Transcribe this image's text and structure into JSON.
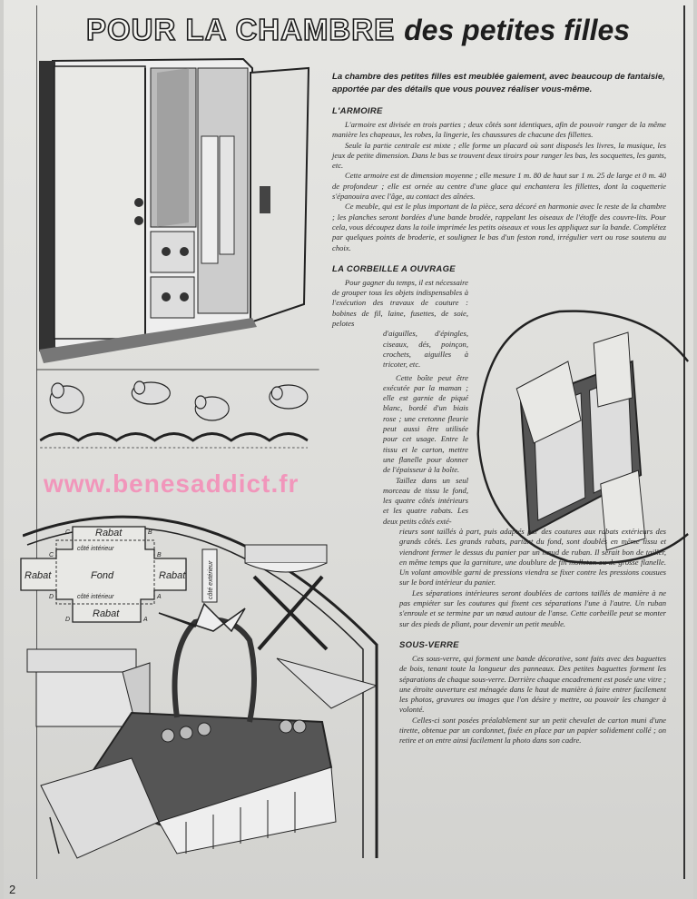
{
  "title": {
    "part1": "POUR LA CHAMBRE",
    "part2": "des petites filles"
  },
  "intro": "La chambre des petites filles est meublée gaiement, avec beaucoup de fantaisie, apportée par des détails que vous pouvez réaliser vous-même.",
  "sections": {
    "armoire": {
      "heading": "L'ARMOIRE",
      "paragraphs": [
        "L'armoire est divisée en trois parties ; deux côtés sont identiques, afin de pouvoir ranger de la même manière les chapeaux, les robes, la lingerie, les chaussures de chacune des fillettes.",
        "Seule la partie centrale est mixte ; elle forme un placard où sont disposés les livres, la musique, les jeux de petite dimension. Dans le bas se trouvent deux tiroirs pour ranger les bas, les socquettes, les gants, etc.",
        "Cette armoire est de dimension moyenne ; elle mesure 1 m. 80 de haut sur 1 m. 25 de large et 0 m. 40 de profondeur ; elle est ornée au centre d'une glace qui enchantera les fillettes, dont la coquetterie s'épanouira avec l'âge, au contact des aînées.",
        "Ce meuble, qui est le plus important de la pièce, sera décoré en harmonie avec le reste de la chambre ; les planches seront bordées d'une bande brodée, rappelant les oiseaux de l'étoffe des couvre-lits. Pour cela, vous découpez dans la toile imprimée les petits oiseaux et vous les appliquez sur la bande. Complétez par quelques points de broderie, et soulignez le bas d'un feston rond, irrégulier vert ou rose soutenu au choix."
      ]
    },
    "corbeille": {
      "heading": "LA CORBEILLE A OUVRAGE",
      "p1a": "Pour gagner du temps, il est nécessaire de grouper tous les objets indispensables à l'exécution des travaux de couture : bobines de fil, laine, fusettes, de soie, pelotes",
      "p1b": "d'aiguilles, d'épingles, ciseaux, dés, poinçon, crochets, aiguilles à tricoter, etc.",
      "p2": "Cette boîte peut être exécutée par la maman ; elle est garnie de piqué blanc, bordé d'un biais rose ; une cretonne fleurie peut aussi être utilisée pour cet usage. Entre le tissu et le carton, mettre une flanelle pour donner de l'épaisseur à la boîte.",
      "p3a": "Taillez dans un seul morceau de tissu le fond, les quatre côtés intérieurs et les quatre rabats. Les deux petits côtés exté-",
      "p3b": "rieurs sont taillés à part, puis adaptés par des coutures aux rabats extérieurs des grands côtés. Les grands rabats, partant du fond, sont doublés en même tissu et viendront fermer le dessus du panier par un nœud de ruban. Il serait bon de tailler, en même temps que la garniture, une doublure de fin molleton ou de grosse flanelle. Un volant amovible garni de pressions viendra se fixer contre les pressions cousues sur le bord intérieur du panier.",
      "p4": "Les séparations intérieures seront doublées de cartons taillés de manière à ne pas empiéter sur les coutures qui fixent ces séparations l'une à l'autre. Un ruban s'enroule et se termine par un nœud autour de l'anse. Cette corbeille peut se monter sur des pieds de pliant, pour devenir un petit meuble."
    },
    "sousverre": {
      "heading": "SOUS-VERRE",
      "paragraphs": [
        "Ces sous-verre, qui forment une bande décorative, sont faits avec des baguettes de bois, tenant toute la longueur des panneaux. Des petites baguettes forment les séparations de chaque sous-verre. Derrière chaque encadrement est posée une vitre ; une étroite ouverture est ménagée dans le haut de manière à faire entrer facilement les photos, gravures ou images que l'on désire y mettre, ou pouvoir les changer à volonté.",
        "Celles-ci sont posées préalablement sur un petit chevalet de carton muni d'une tirette, obtenue par un cordonnet, fixée en place par un papier solidement collé ; on retire et on entre ainsi facilement la photo dans son cadre."
      ]
    }
  },
  "pattern": {
    "rabat_top": "Rabat",
    "cote_top": "côté intérieur",
    "rabat_left": "Rabat",
    "fond": "Fond",
    "rabat_right": "Rabat",
    "cote_bottom": "côté intérieur",
    "rabat_bottom": "Rabat",
    "side_piece": "côté extérieur",
    "corners": {
      "c1": "C",
      "c2": "C",
      "b1": "B",
      "b2": "B",
      "d1": "D",
      "d2": "D",
      "a1": "A",
      "a2": "A"
    }
  },
  "watermark": "www.benesaddict.fr",
  "page_number": "2"
}
